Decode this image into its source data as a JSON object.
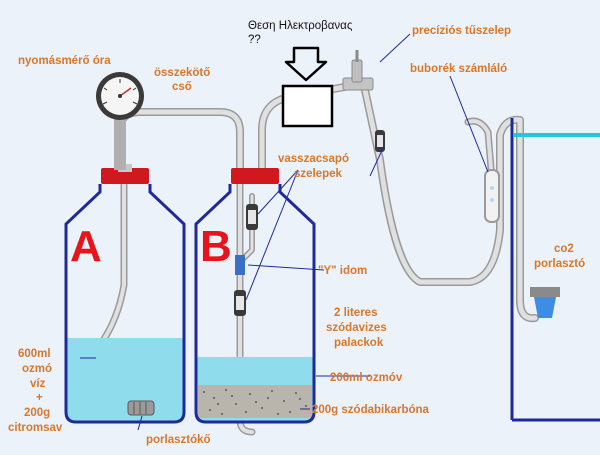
{
  "colors": {
    "background": "#ecf2f9",
    "label": "#d9772a",
    "bottle_letter": "#e8141b",
    "bottle_outline": "#1f2a9a",
    "water": "#8fdcec",
    "tube": "#d4d4d4",
    "cap": "#d0191f",
    "tank_water": "#27c3e0"
  },
  "bottles": {
    "a_letter": "A",
    "b_letter": "B"
  },
  "labels": {
    "gauge": "nyomásmérő óra",
    "tube_line1": "összekötő",
    "tube_line2": "cső",
    "valve": "precíziós tűszelep",
    "bubble_counter": "buborék számláló",
    "check_valves_line1": "vasszacsapó",
    "check_valves_line2": "szelepek",
    "y_joint": "\"Y\" idom",
    "bottles_line1": "2 literes",
    "bottles_line2": "szódavizes",
    "bottles_line3": "palackok",
    "water_b": "200ml ozmóv",
    "soda": "200g  szódabikarbóna",
    "diffuser_tip": "porlasztókő",
    "co2_line1": "co2",
    "co2_line2": "porlasztó",
    "mix_line1": "600ml",
    "mix_line2": "ozmó",
    "mix_line3": "víz",
    "mix_line4": "+",
    "mix_line5": "200g",
    "mix_line6": "citromsav"
  },
  "annotation": {
    "line1": "Θεση Ηλεκτροβανας",
    "line2": "??"
  }
}
